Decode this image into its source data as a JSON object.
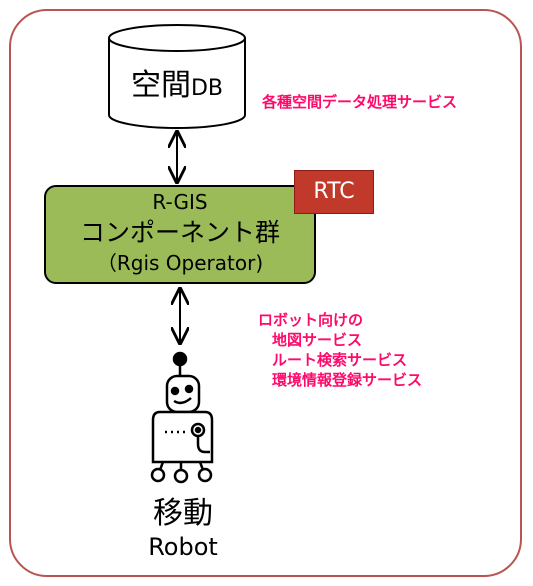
{
  "database": {
    "label_main": "空間",
    "label_suffix": "DB"
  },
  "database_services": "各種空間データ処理サービス",
  "component": {
    "line1": "R-GIS",
    "line2": "コンポーネント群",
    "line3": "（Rgis Operator)"
  },
  "rtc_badge": "RTC",
  "robot_services": {
    "heading": "ロボット向けの",
    "items": [
      "地図サービス",
      "ルート検索サービス",
      "環境情報登録サービス"
    ]
  },
  "robot": {
    "label_jp": "移動",
    "label_en": "Robot"
  },
  "colors": {
    "frame_border": "#b95450",
    "component_fill": "#9bbb59",
    "rtc_fill": "#c0392b",
    "service_text": "#ff0a6a"
  }
}
